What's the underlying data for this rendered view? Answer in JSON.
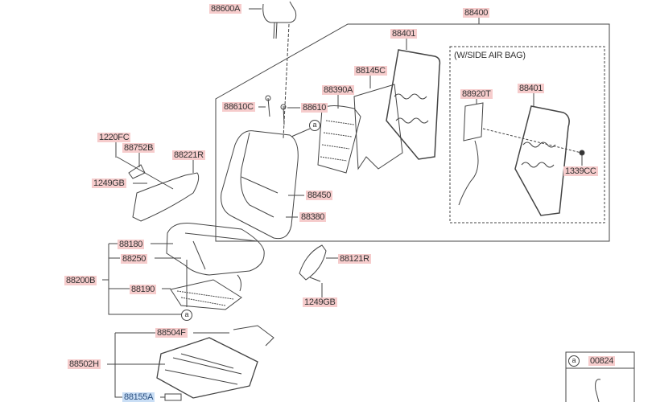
{
  "labels": {
    "p88600A": "88600A",
    "p88400": "88400",
    "p88401a": "88401",
    "p88145C": "88145C",
    "p88390A": "88390A",
    "p88610C": "88610C",
    "p88610": "88610",
    "p1220FC": "1220FC",
    "p88752B": "88752B",
    "p88221R": "88221R",
    "p1249GBa": "1249GB",
    "p88450": "88450",
    "p88380": "88380",
    "p88180": "88180",
    "p88250": "88250",
    "p88121R": "88121R",
    "p88200B": "88200B",
    "p88190": "88190",
    "p1249GBb": "1249GB",
    "p88504F": "88504F",
    "p88502H": "88502H",
    "p88155A": "88155A",
    "p88920T": "88920T",
    "p88401b": "88401",
    "p1339CC": "1339CC",
    "p00824": "00824"
  },
  "notes": {
    "side_air_bag": "(W/SIDE AIR BAG)",
    "ref_a": "a"
  },
  "colors": {
    "label_bg": "#f6cccc",
    "selected_bg": "#c9def5"
  }
}
